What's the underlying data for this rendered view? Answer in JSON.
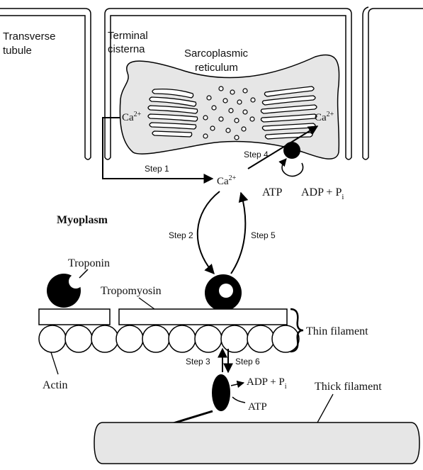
{
  "labels": {
    "transverse_1": "Transverse",
    "transverse_2": "tubule",
    "terminal_1": "Terminal",
    "terminal_2": "cisterna",
    "sarco_1": "Sarcoplasmic",
    "sarco_2": "reticulum",
    "ca_base": "Ca",
    "ca_sup": "2+",
    "step1": "Step 1",
    "step2": "Step 2",
    "step3": "Step 3",
    "step4": "Step 4",
    "step5": "Step 5",
    "step6": "Step 6",
    "atp": "ATP",
    "adp_base": "ADP + P",
    "adp_sub": "i",
    "myoplasm": "Myoplasm",
    "troponin": "Troponin",
    "tropomyosin": "Tropomyosin",
    "thin_filament": "Thin filament",
    "actin": "Actin",
    "thick_filament": "Thick filament"
  }
}
